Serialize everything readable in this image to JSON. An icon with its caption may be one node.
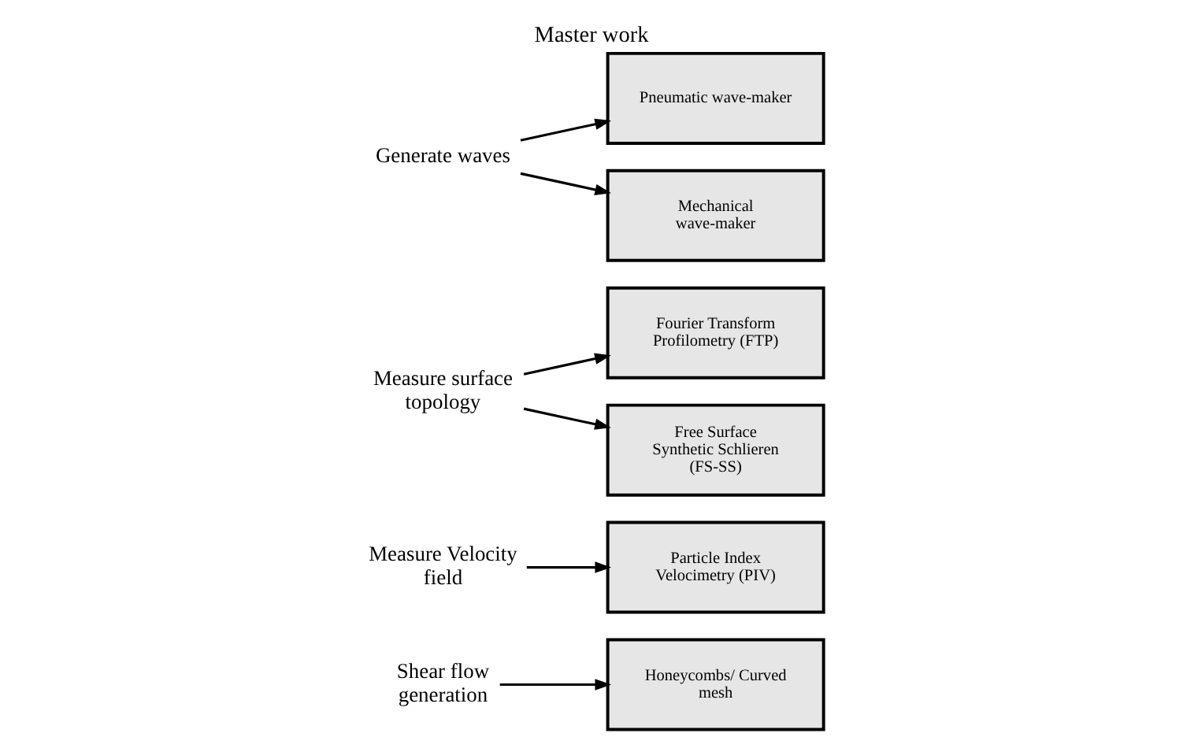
{
  "diagram": {
    "title": "Master work",
    "nodes": [
      {
        "text": [
          "Honeycombs/ Curved mesh"
        ]
      },
      {
        "text": [
          "Shear flow generation"
        ]
      },
      {
        "text": [
          "Measure Velocity field"
        ]
      },
      {
        "text": [
          "Particle Index Velocimetry (PIV)"
        ]
      },
      {
        "text": [
          "Measure surface topology"
        ]
      },
      {
        "text": [
          "Generate waves"
        ]
      },
      {
        "text": [
          "Fourier Transform Profilometry (FTP)"
        ]
      },
      {
        "text": [
          "Free Surface Synthetic Schlieren (FS-SS)"
        ]
      },
      {
        "text": [
          "Pneumatic wave-maker"
        ]
      },
      {
        "text": [
          "Mechanical wave-maker"
        ]
      }
    ],
    "edges": [
      {
        "from": 1,
        "to": 0,
        "arrow": "to"
      },
      {
        "from": 2,
        "to": 3,
        "arrow": "to"
      },
      {
        "from": 4,
        "to": 6,
        "arrow": "to"
      },
      {
        "from": 4,
        "to": 7,
        "arrow": "to"
      },
      {
        "from": 5,
        "to": 8,
        "arrow": "to"
      },
      {
        "from": 5,
        "to": 9,
        "arrow": "to"
      }
    ]
  }
}
